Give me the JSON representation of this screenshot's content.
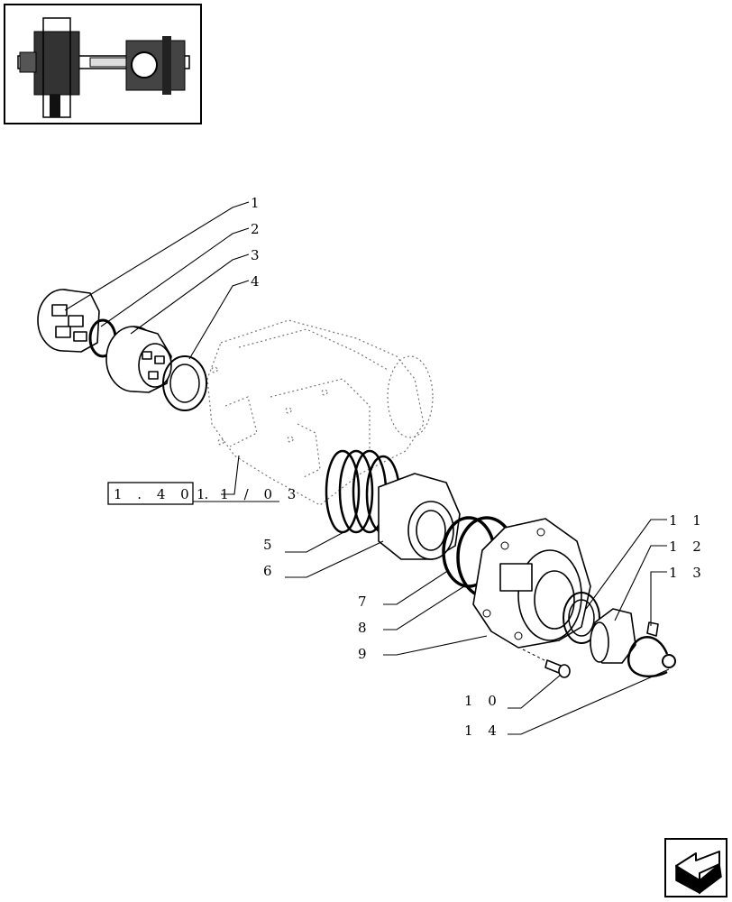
{
  "labels": {
    "l1": "1",
    "l2": "2",
    "l3": "3",
    "l4": "4",
    "l5": "5",
    "l6": "6",
    "l7": "7",
    "l8": "8",
    "l9": "9",
    "l10": "1 0",
    "l11": "1 1",
    "l12": "1 2",
    "l13": "1 3",
    "l14": "1 4"
  },
  "reference": {
    "code": "1 . 4 0 .",
    "suffix": "1 1 / 0 3"
  },
  "icons": {
    "thumbnail": "axle-assembly-thumbnail",
    "nav": "previous-page-arrow-icon"
  }
}
